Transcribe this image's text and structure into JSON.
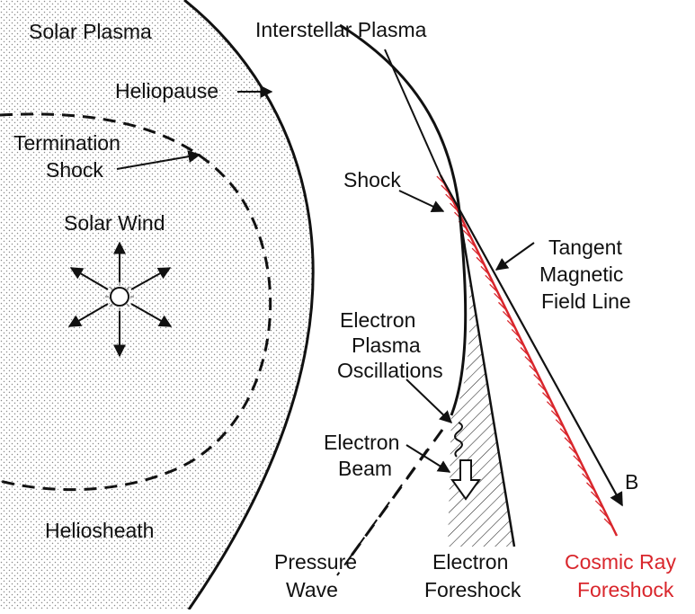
{
  "labels": {
    "solar_plasma": "Solar Plasma",
    "interstellar_plasma": "Interstellar Plasma",
    "heliopause": "Heliopause",
    "termination_shock_line1": "Termination",
    "termination_shock_line2": "Shock",
    "shock": "Shock",
    "solar_wind": "Solar Wind",
    "tangent_field_line1": "Tangent",
    "tangent_field_line2": "Magnetic",
    "tangent_field_line3": "Field Line",
    "epo_line1": "Electron",
    "epo_line2": "Plasma",
    "epo_line3": "Oscillations",
    "beam_line1": "Electron",
    "beam_line2": "Beam",
    "b_field": "B",
    "heliosheath": "Heliosheath",
    "pressure_wave_line1": "Pressure",
    "pressure_wave_line2": "Wave",
    "electron_foreshock_line1": "Electron",
    "electron_foreshock_line2": "Foreshock",
    "cosmic_ray_foreshock_line1": "Cosmic Ray",
    "cosmic_ray_foreshock_line2": "Foreshock"
  },
  "colors": {
    "ink": "#111111",
    "cosmic_ray": "#d9262c",
    "stipple": "#8a8a8a",
    "background": "#ffffff"
  }
}
